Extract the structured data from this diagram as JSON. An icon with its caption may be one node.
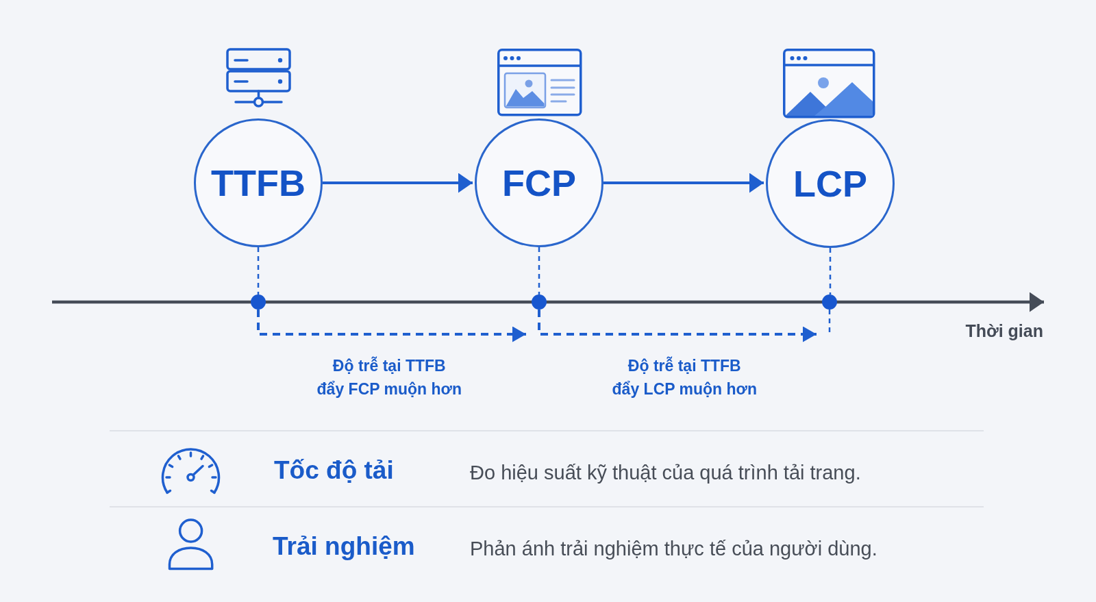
{
  "diagram": {
    "nodes": [
      {
        "text": [
          "TTFB"
        ]
      },
      {
        "text": [
          "FCP"
        ]
      },
      {
        "text": [
          "LCP"
        ]
      },
      {
        "text": [],
        "shape": "circle"
      },
      {
        "text": [],
        "shape": "circle"
      },
      {
        "text": [],
        "shape": "circle"
      }
    ],
    "edges": [
      {
        "from": 0,
        "to": 1,
        "arrow": "to"
      },
      {
        "from": 1,
        "to": 2,
        "arrow": "to"
      },
      {
        "from": 0,
        "to": 3,
        "arrow": "none",
        "style": "dashed"
      },
      {
        "from": 1,
        "to": 4,
        "arrow": "none",
        "style": "dashed"
      },
      {
        "from": 2,
        "to": 5,
        "arrow": "none",
        "style": "dashed"
      },
      {
        "from": 3,
        "to": 4,
        "arrow": "to",
        "style": "dashed",
        "label": "Độ trễ tại TTFB đẩy FCP muộn hơn"
      },
      {
        "from": 4,
        "to": 5,
        "arrow": "to",
        "style": "dashed",
        "label": "Độ trễ tại TTFB đẩy LCP muộn hơn"
      }
    ],
    "labels": [
      "Thời gian",
      "Tốc độ tải",
      "Đo hiệu suất kỹ thuật của quá trình tải trang.",
      "Trải nghiệm",
      "Phản ánh trải nghiệm thực tế của người dùng."
    ]
  }
}
